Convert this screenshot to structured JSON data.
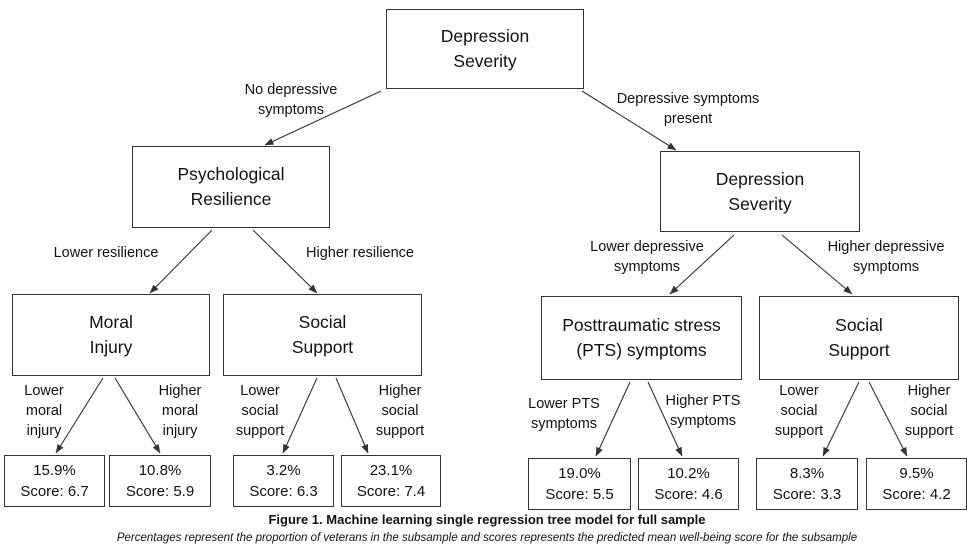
{
  "nodes": {
    "root": [
      "Depression",
      "Severity"
    ],
    "resilience": [
      "Psychological",
      "Resilience"
    ],
    "severity2": [
      "Depression",
      "Severity"
    ],
    "moral": [
      "Moral",
      "Injury"
    ],
    "social1": [
      "Social",
      "Support"
    ],
    "pts": [
      "Posttraumatic stress",
      "(PTS) symptoms"
    ],
    "social2": [
      "Social",
      "Support"
    ]
  },
  "edges": {
    "no_dep": [
      "No depressive",
      "symptoms"
    ],
    "dep_present": [
      "Depressive symptoms",
      "present"
    ],
    "lower_res": [
      "Lower resilience"
    ],
    "higher_res": [
      "Higher resilience"
    ],
    "lower_dep": [
      "Lower depressive",
      "symptoms"
    ],
    "higher_dep": [
      "Higher depressive",
      "symptoms"
    ],
    "lower_moral": [
      "Lower",
      "moral",
      "injury"
    ],
    "higher_moral": [
      "Higher",
      "moral",
      "injury"
    ],
    "lower_ss1": [
      "Lower",
      "social",
      "support"
    ],
    "higher_ss1": [
      "Higher",
      "social",
      "support"
    ],
    "lower_pts": [
      "Lower PTS",
      "symptoms"
    ],
    "higher_pts": [
      "Higher PTS",
      "symptoms"
    ],
    "lower_ss2": [
      "Lower",
      "social",
      "support"
    ],
    "higher_ss2": [
      "Higher",
      "social",
      "support"
    ]
  },
  "leaves": [
    {
      "pct": "15.9%",
      "score": "Score: 6.7"
    },
    {
      "pct": "10.8%",
      "score": "Score: 5.9"
    },
    {
      "pct": "3.2%",
      "score": "Score: 6.3"
    },
    {
      "pct": "23.1%",
      "score": "Score: 7.4"
    },
    {
      "pct": "19.0%",
      "score": "Score: 5.5"
    },
    {
      "pct": "10.2%",
      "score": "Score: 4.6"
    },
    {
      "pct": "8.3%",
      "score": "Score: 3.3"
    },
    {
      "pct": "9.5%",
      "score": "Score: 4.2"
    }
  ],
  "caption": {
    "title": "Figure 1. Machine learning single regression tree model for full sample",
    "note": "Percentages represent the proportion of veterans in the subsample and scores represents the predicted mean well-being score for the subsample"
  }
}
